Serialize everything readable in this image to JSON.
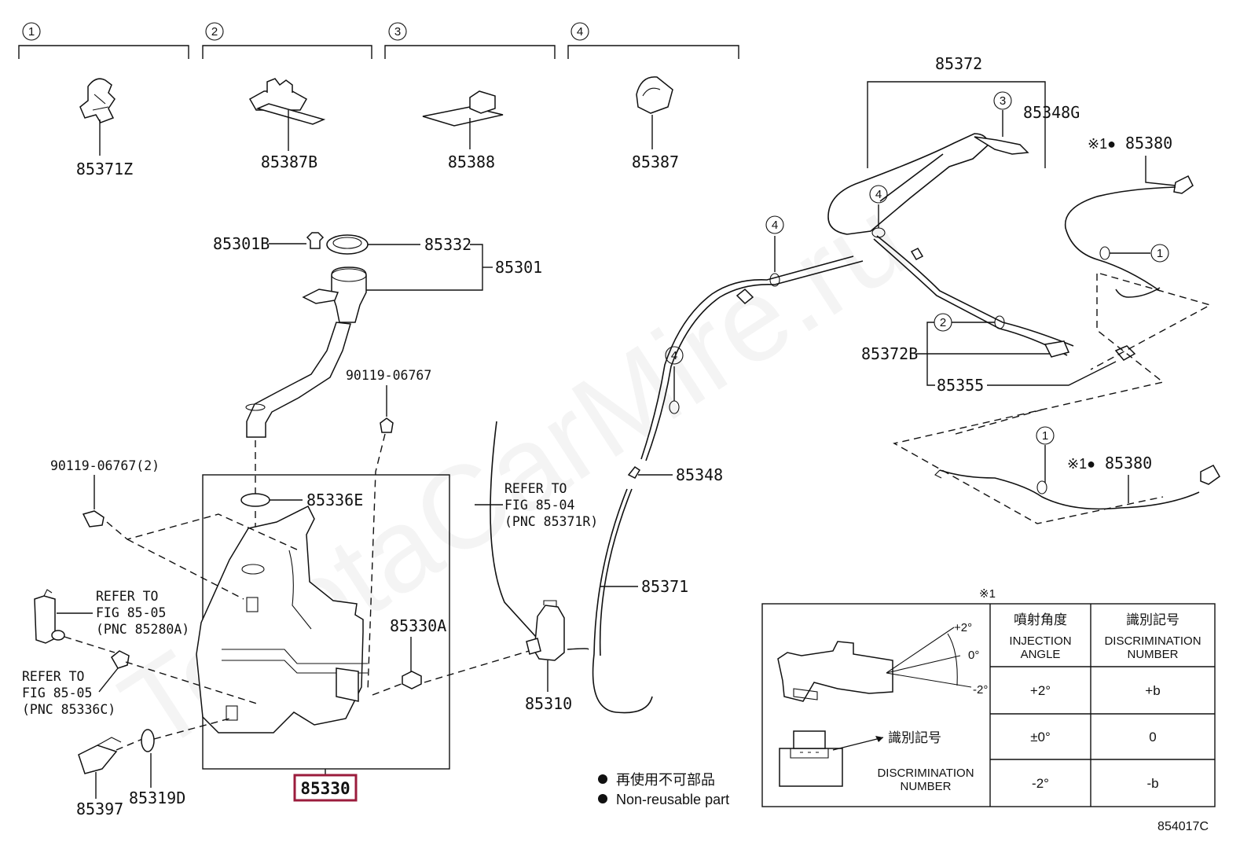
{
  "group_headers": [
    {
      "num": "1",
      "part": "85371Z"
    },
    {
      "num": "2",
      "part": "85387B"
    },
    {
      "num": "3",
      "part": "85388"
    },
    {
      "num": "4",
      "part": "85387"
    }
  ],
  "parts": {
    "p85301B": "85301B",
    "p85332": "85332",
    "p85301": "85301",
    "p90119_06767": "90119-06767",
    "p90119_06767_2": "90119-06767(2)",
    "p85336E": "85336E",
    "p85330A": "85330A",
    "p85330": "85330",
    "p85397": "85397",
    "p85319D": "85319D",
    "p85310": "85310",
    "p85371": "85371",
    "p85348": "85348",
    "p85372": "85372",
    "p85348G": "85348G",
    "p85380_top": "85380",
    "p85380_bottom": "85380",
    "p85372B": "85372B",
    "p85355": "85355"
  },
  "circle_refs": {
    "c85348G": "3",
    "c_mid_top": "4",
    "c_mid_left": "4",
    "c_hose": "4",
    "c85380_top": "1",
    "c85372B": "2",
    "c85380_bottom": "1"
  },
  "mark_prefix": "※1●",
  "refers": {
    "r1": [
      "REFER TO",
      "FIG 85-04",
      "(PNC 85371R)"
    ],
    "r2": [
      "REFER TO",
      "FIG 85-05",
      "(PNC 85280A)"
    ],
    "r3": [
      "REFER TO",
      "FIG 85-05",
      "(PNC 85336C)"
    ]
  },
  "legend": {
    "jp": "再使用不可部品",
    "en": "Non-reusable part"
  },
  "table": {
    "note": "※1",
    "col1_jp": "噴射角度",
    "col1_en_1": "INJECTION",
    "col1_en_2": "ANGLE",
    "col2_jp": "識別記号",
    "col2_en_1": "DISCRIMINATION",
    "col2_en_2": "NUMBER",
    "rows": [
      {
        "angle": "+2°",
        "disc": "+b"
      },
      {
        "angle": "±0°",
        "disc": "0"
      },
      {
        "angle": "-2°",
        "disc": "-b"
      }
    ],
    "angle_plus": "+2°",
    "angle_zero": "0°",
    "angle_minus": "-2°",
    "img_jp": "識別記号",
    "img_en_1": "DISCRIMINATION",
    "img_en_2": "NUMBER"
  },
  "figure_code": "854017C",
  "watermark": "ToyotaCarMire.ru",
  "highlight_color": "#9b1c3c"
}
